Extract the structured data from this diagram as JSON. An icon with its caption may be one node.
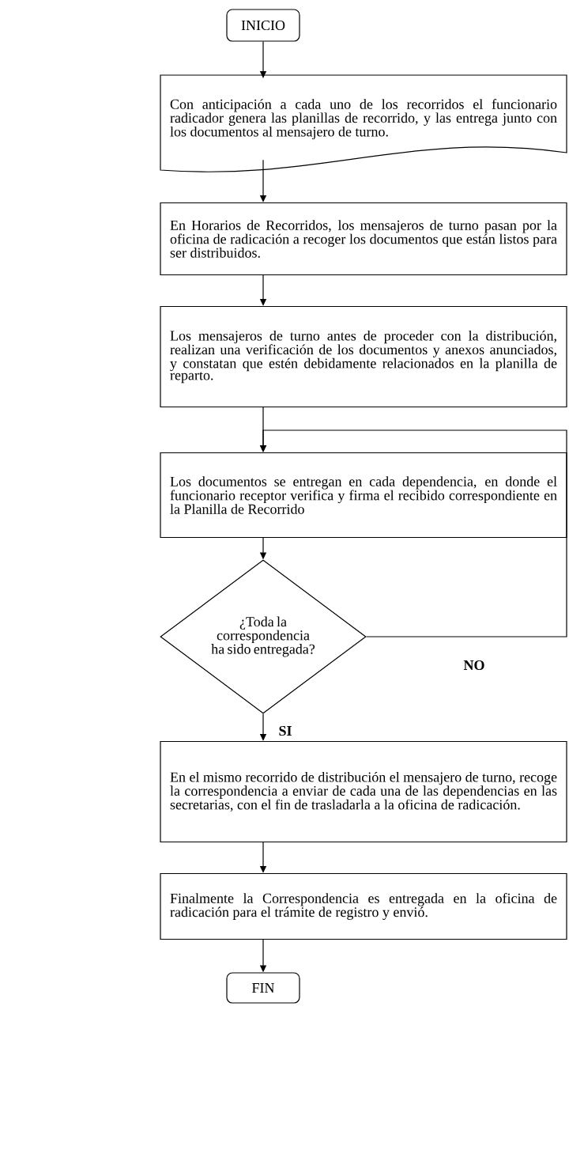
{
  "diagram": {
    "nodes": [
      {
        "text": [
          "INICIO"
        ]
      },
      {
        "text": [
          "Con anticipación a cada uno de los recorridos el funcionario radicador genera las planillas de recorrido, y las entrega junto con los documentos al mensajero de turno."
        ]
      },
      {
        "text": [
          "En Horarios de Recorridos, los mensajeros de turno pasan por la oficina de radicación a recoger los documentos que están listos para ser distribuidos."
        ]
      },
      {
        "text": [
          "Los mensajeros de turno antes de proceder con la distribución, realizan una verificación de los documentos y anexos anunciados, y constatan que estén debidamente relacionados en la planilla de reparto."
        ]
      },
      {
        "text": [
          "Los documentos se entregan en cada dependencia, en donde el funcionario receptor verifica y firma el recibido correspondiente en la Planilla de Recorrido"
        ]
      },
      {
        "text": [
          "¿Toda la correspondencia ha sido entregada?"
        ]
      },
      {
        "text": [
          "En el mismo recorrido de distribución el mensajero de turno, recoge la correspondencia a enviar de cada una de las dependencias en las secretarias, con el fin de trasladarla a la oficina de radicación."
        ]
      },
      {
        "text": [
          "Finalmente la Correspondencia es entregada en la oficina de radicación para el trámite de registro y envió."
        ]
      },
      {
        "text": [
          "FIN"
        ]
      }
    ],
    "edges": [
      {
        "from": 0,
        "to": 1,
        "arrow": "to"
      },
      {
        "from": 1,
        "to": 2,
        "arrow": "to"
      },
      {
        "from": 2,
        "to": 3,
        "arrow": "to"
      },
      {
        "from": 3,
        "to": 4,
        "arrow": "to"
      },
      {
        "from": 4,
        "to": 5,
        "arrow": "to"
      },
      {
        "from": 5,
        "to": 6,
        "arrow": "to",
        "label": "SI"
      },
      {
        "from": 6,
        "to": 7,
        "arrow": "to"
      },
      {
        "from": 7,
        "to": 8,
        "arrow": "to"
      },
      {
        "from": 5,
        "to": 4,
        "arrow": "to",
        "label": "NO"
      }
    ]
  }
}
